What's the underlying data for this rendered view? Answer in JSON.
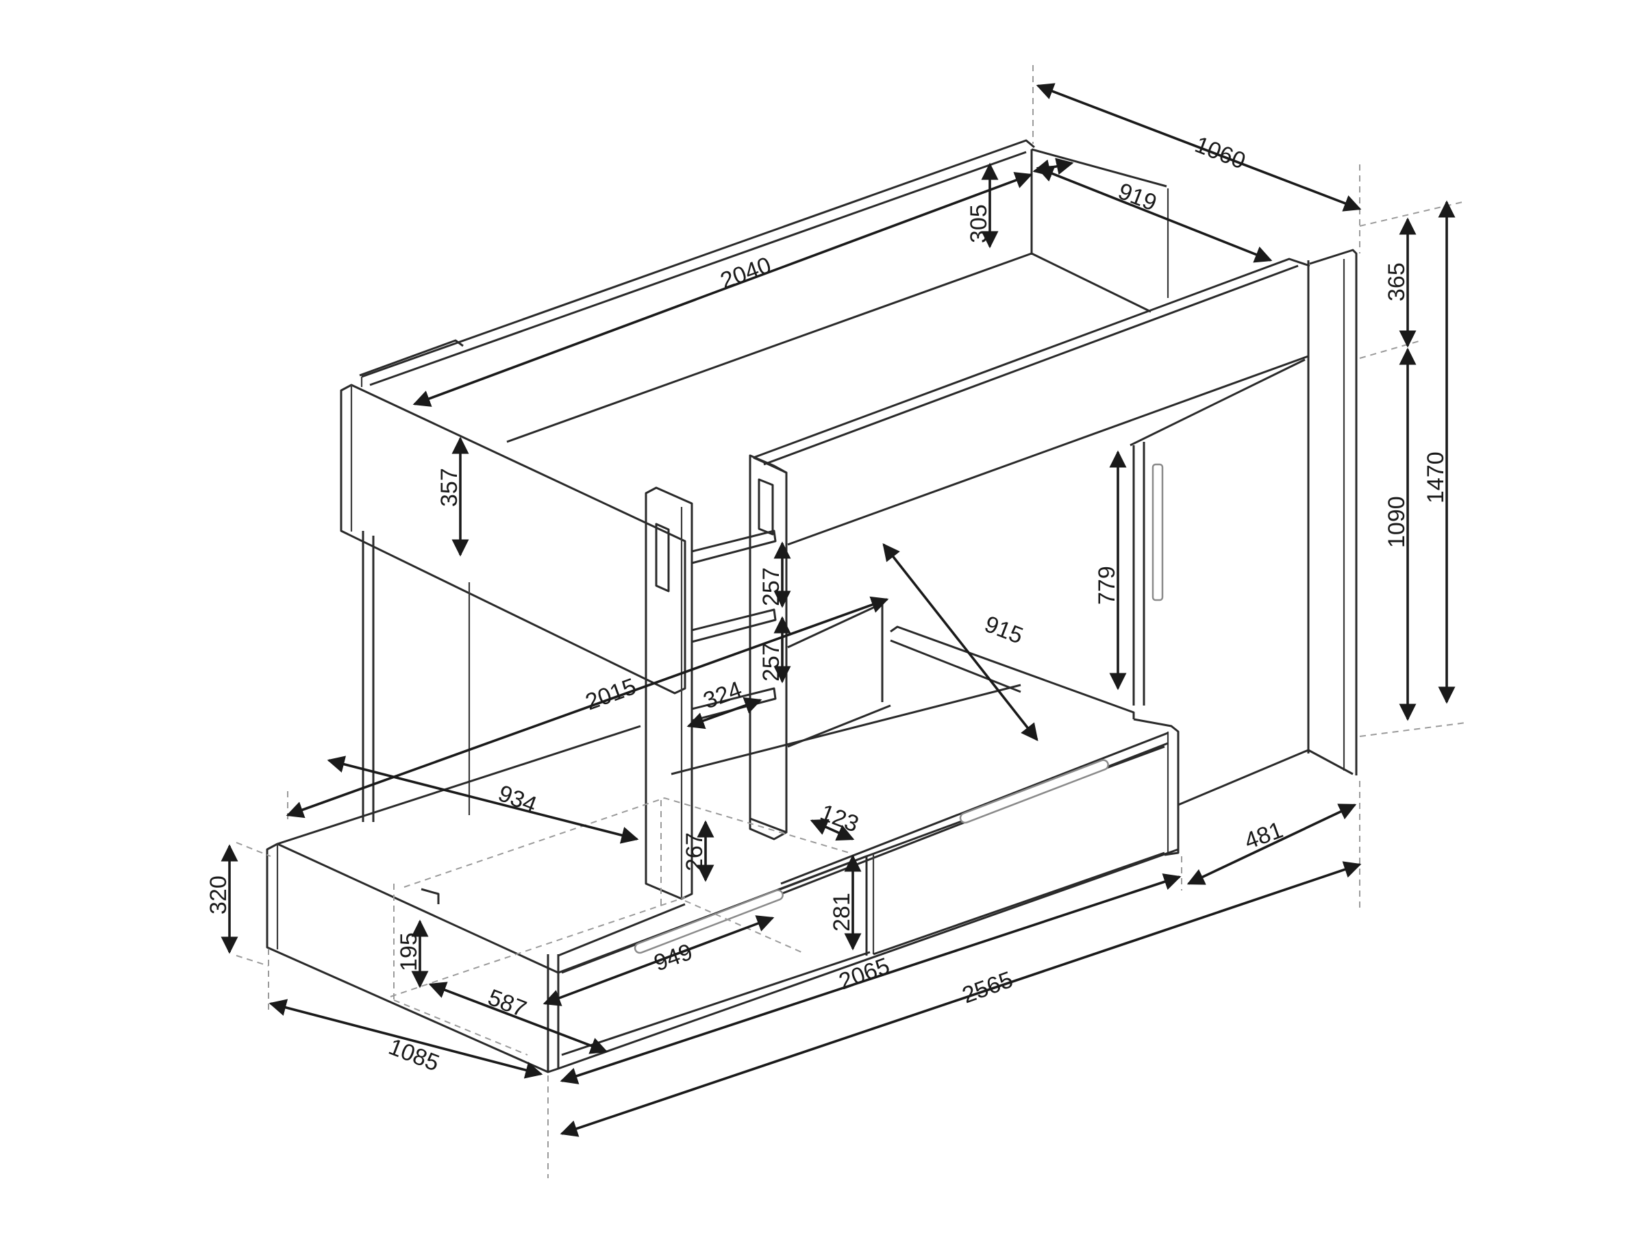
{
  "drawing": {
    "title": "Bunk bed with wardrobe and trundle drawers — dimension drawing",
    "units": "mm",
    "line_color": "#2a2a2a",
    "dim_color": "#1a1a1a",
    "dashed_color": "#9a9a9a",
    "background": "#ffffff"
  },
  "dimensions": {
    "top_depth_overall": "1060",
    "top_depth_inner": "919",
    "upper_guard_height": "305",
    "upper_bed_length": "2040",
    "wardrobe_top_height": "365",
    "wardrobe_lower_height": "1090",
    "total_height": "1470",
    "headboard_height": "357",
    "ladder_step_1": "257",
    "ladder_step_2": "257",
    "ladder_width": "324",
    "ladder_base_height": "267",
    "clearance_height": "779",
    "lower_bed_depth": "915",
    "lower_bed_length": "2015",
    "trundle_depth": "934",
    "step_offset": "123",
    "drawer_height": "281",
    "base_height": "320",
    "trundle_inner_height": "195",
    "drawer_length": "949",
    "drawer_depth": "587",
    "lower_base_length": "2065",
    "overall_length": "2565",
    "wardrobe_depth": "481",
    "overall_width": "1085"
  }
}
